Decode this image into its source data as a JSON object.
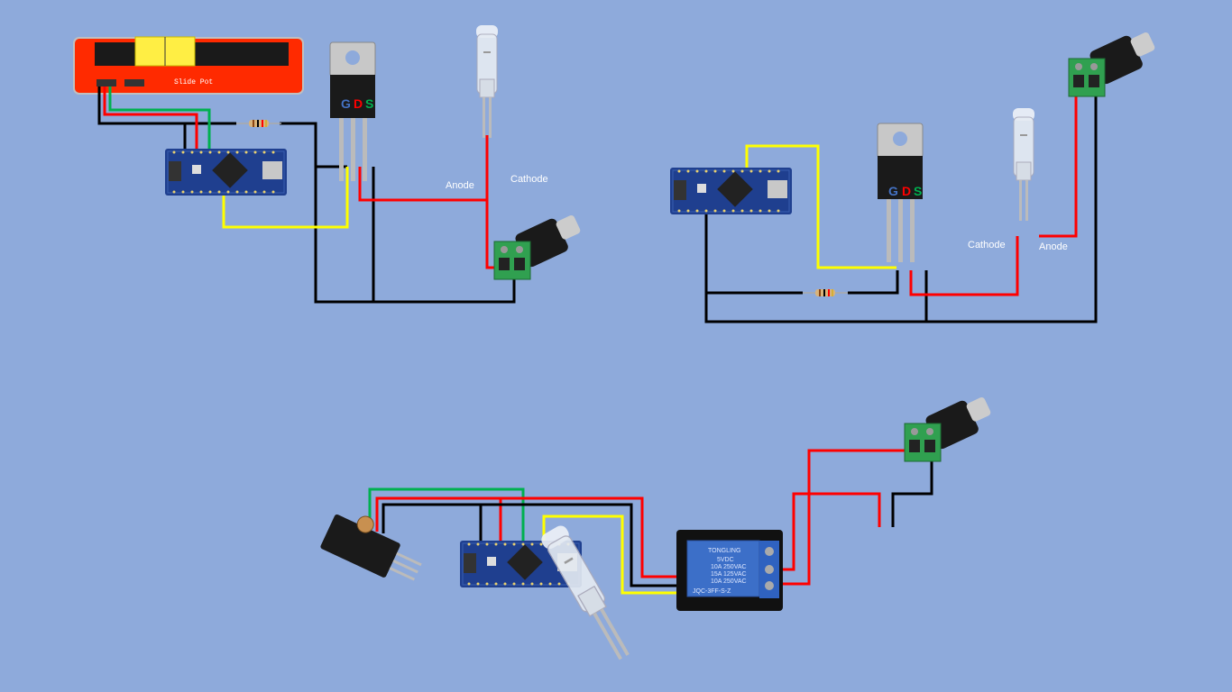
{
  "colors": {
    "background": "#8eaadb",
    "wire_black": "#000000",
    "wire_red": "#ff0000",
    "wire_green": "#00b050",
    "wire_yellow": "#ffff00",
    "gate": "#4472c4",
    "drain": "#ff0000",
    "source": "#00b050"
  },
  "circuit1": {
    "pot_label": "Slide Pot",
    "mosfet": {
      "g": "G",
      "d": "D",
      "s": "S"
    },
    "anode_label": "Anode",
    "cathode_label": "Cathode"
  },
  "circuit2": {
    "mosfet": {
      "g": "G",
      "d": "D",
      "s": "S"
    },
    "anode_label": "Anode",
    "cathode_label": "Cathode"
  },
  "circuit3": {
    "relay": {
      "brand": "TONGLING",
      "line1": "5VDC",
      "line2": "10A 250VAC",
      "line3": "15A 125VAC",
      "line4": "10A 250VAC",
      "model": "JQC-3FF-S-Z"
    }
  }
}
